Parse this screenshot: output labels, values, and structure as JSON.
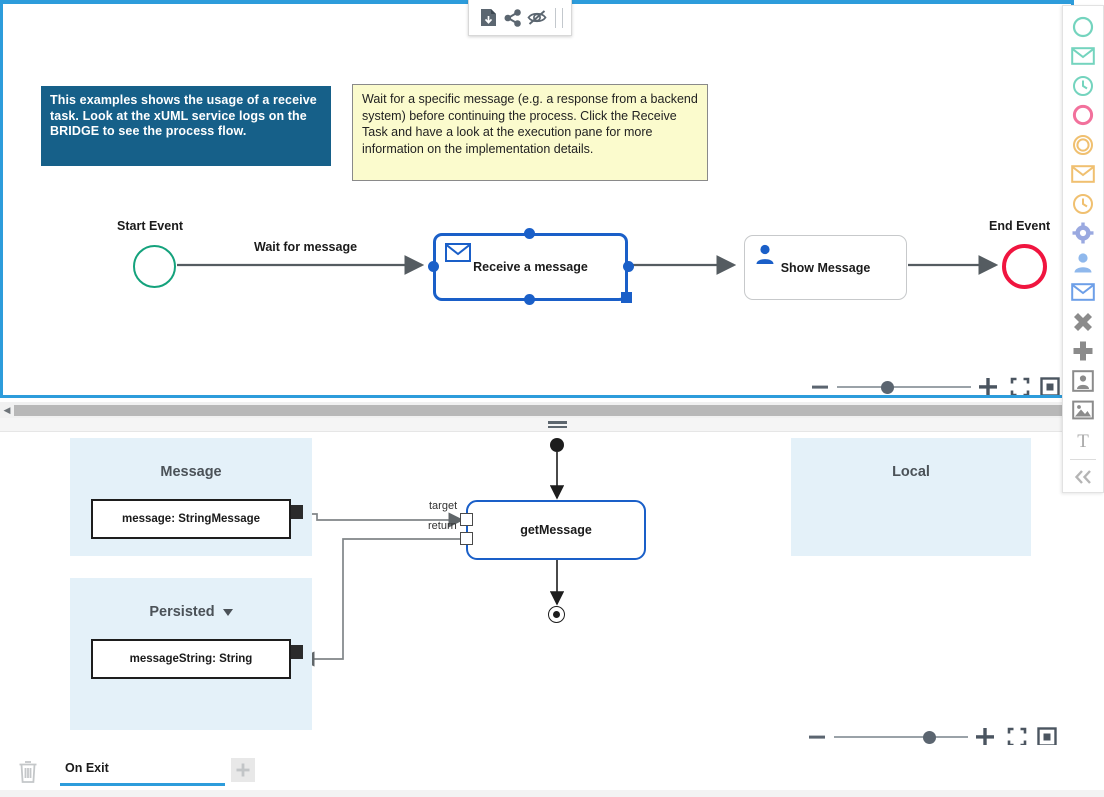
{
  "mini_toolbar": {
    "items": [
      {
        "name": "download-file-icon",
        "label": "Download"
      },
      {
        "name": "share-icon",
        "label": "Share"
      },
      {
        "name": "eye-off-icon",
        "label": "Hide"
      }
    ],
    "drag_handle": "drag-handle"
  },
  "bpmn": {
    "note_blue": "This examples shows the usage of a receive task. Look at the xUML service logs on the BRIDGE to see the process flow.",
    "note_yellow": "Wait for a specific message (e.g. a response from a backend system) before continuing the process. Click the Receive Task and have a look at the execution pane for more information on the implementation details.",
    "start_event_label": "Start Event",
    "end_event_label": "End Event",
    "flow_label": "Wait for message",
    "task_receive": "Receive a message",
    "task_show": "Show Message",
    "colors": {
      "start_event": "#14a27c",
      "end_event": "#f0153f",
      "selected": "#1a5fc8",
      "note_blue_bg": "#166089",
      "note_yellow_bg": "#fbfbcd",
      "pane_focus_border": "#2d9cdb"
    }
  },
  "zoom_top": {
    "minus": "−",
    "plus": "+",
    "fit_screen": "fit-screen",
    "center": "center-view",
    "slider_percent": 38
  },
  "zoom_bottom": {
    "minus": "−",
    "plus": "+",
    "fit_screen": "fit-screen",
    "center": "center-view",
    "slider_percent": 68
  },
  "palette": {
    "items": [
      {
        "name": "palette-start-event",
        "icon": "circle-icon",
        "color": "#74d4be"
      },
      {
        "name": "palette-message-start-event",
        "icon": "envelope-icon",
        "color": "#74d4be"
      },
      {
        "name": "palette-timer-start-event",
        "icon": "clock-icon",
        "color": "#74d4be"
      },
      {
        "name": "palette-end-event",
        "icon": "circle-icon",
        "color": "#f2719c"
      },
      {
        "name": "palette-intermediate-event",
        "icon": "double-circle-icon",
        "color": "#f0c070"
      },
      {
        "name": "palette-message-intermediate-event",
        "icon": "envelope-icon",
        "color": "#f0c070"
      },
      {
        "name": "palette-timer-intermediate-event",
        "icon": "clock-icon",
        "color": "#f0c070"
      },
      {
        "name": "palette-service-task",
        "icon": "gear-icon",
        "color": "#9aa9e0"
      },
      {
        "name": "palette-user-task",
        "icon": "person-icon",
        "color": "#8fb8ec"
      },
      {
        "name": "palette-receive-task",
        "icon": "envelope-icon",
        "color": "#6d9fe8"
      },
      {
        "name": "palette-exclusive-gateway",
        "icon": "x-burst-icon",
        "color": "#8b8b8b"
      },
      {
        "name": "palette-parallel-gateway",
        "icon": "plus-thick-icon",
        "color": "#8b8b8b"
      },
      {
        "name": "palette-pool",
        "icon": "pool-icon",
        "color": "#8b8b8b"
      },
      {
        "name": "palette-image",
        "icon": "image-icon",
        "color": "#8b8b8b"
      },
      {
        "name": "palette-text-annotation",
        "icon": "text-icon",
        "color": "#a9a9a9"
      },
      {
        "name": "palette-collapse",
        "icon": "double-chevron-left-icon",
        "color": "#b5b5b5"
      }
    ]
  },
  "activity": {
    "partitions": [
      {
        "name": "partition-message",
        "title": "Message",
        "has_caret": false
      },
      {
        "name": "partition-persisted",
        "title": "Persisted",
        "has_caret": true
      },
      {
        "name": "partition-local",
        "title": "Local",
        "has_caret": false
      }
    ],
    "object_nodes": [
      {
        "name": "object-node-message",
        "label": "message: StringMessage"
      },
      {
        "name": "object-node-message-string",
        "label": "messageString: String"
      }
    ],
    "action_node": "getMessage",
    "pins": [
      {
        "name": "pin-target",
        "label": "target"
      },
      {
        "name": "pin-return",
        "label": "return"
      }
    ]
  },
  "bottom_bar": {
    "trash_label": "Delete",
    "tab_label": "On Exit",
    "add_label": "+"
  }
}
